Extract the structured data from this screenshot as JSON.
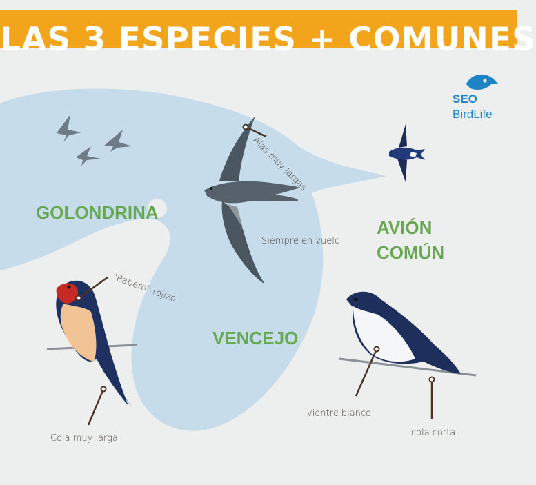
{
  "banner": {
    "title": "LAS 3 ESPECIES + COMUNES"
  },
  "logo": {
    "line1": "SEO",
    "line2": "BirdLife"
  },
  "species": {
    "golondrina": "GOLONDRINA",
    "vencejo": "VENCEJO",
    "avion_line1": "AVIÓN",
    "avion_line2": "COMÚN"
  },
  "notes": {
    "alas": "Alas muy largas",
    "siempre": "Siempre en vuelo",
    "babero": "\"Babero\" rojizo",
    "cola_larga": "Cola muy larga",
    "vientre": "vientre blanco",
    "cola_corta": "cola corta"
  },
  "colors": {
    "banner": "#f2a41a",
    "background": "#edefee",
    "silhouette": "#c6dceb",
    "species_label": "#67a853",
    "logo": "#1f84c6",
    "annotation_line": "#4a3226"
  },
  "icons": [
    "seo-birdlife-logo-icon",
    "swallow-icon",
    "swift-icon",
    "house-martin-icon"
  ]
}
